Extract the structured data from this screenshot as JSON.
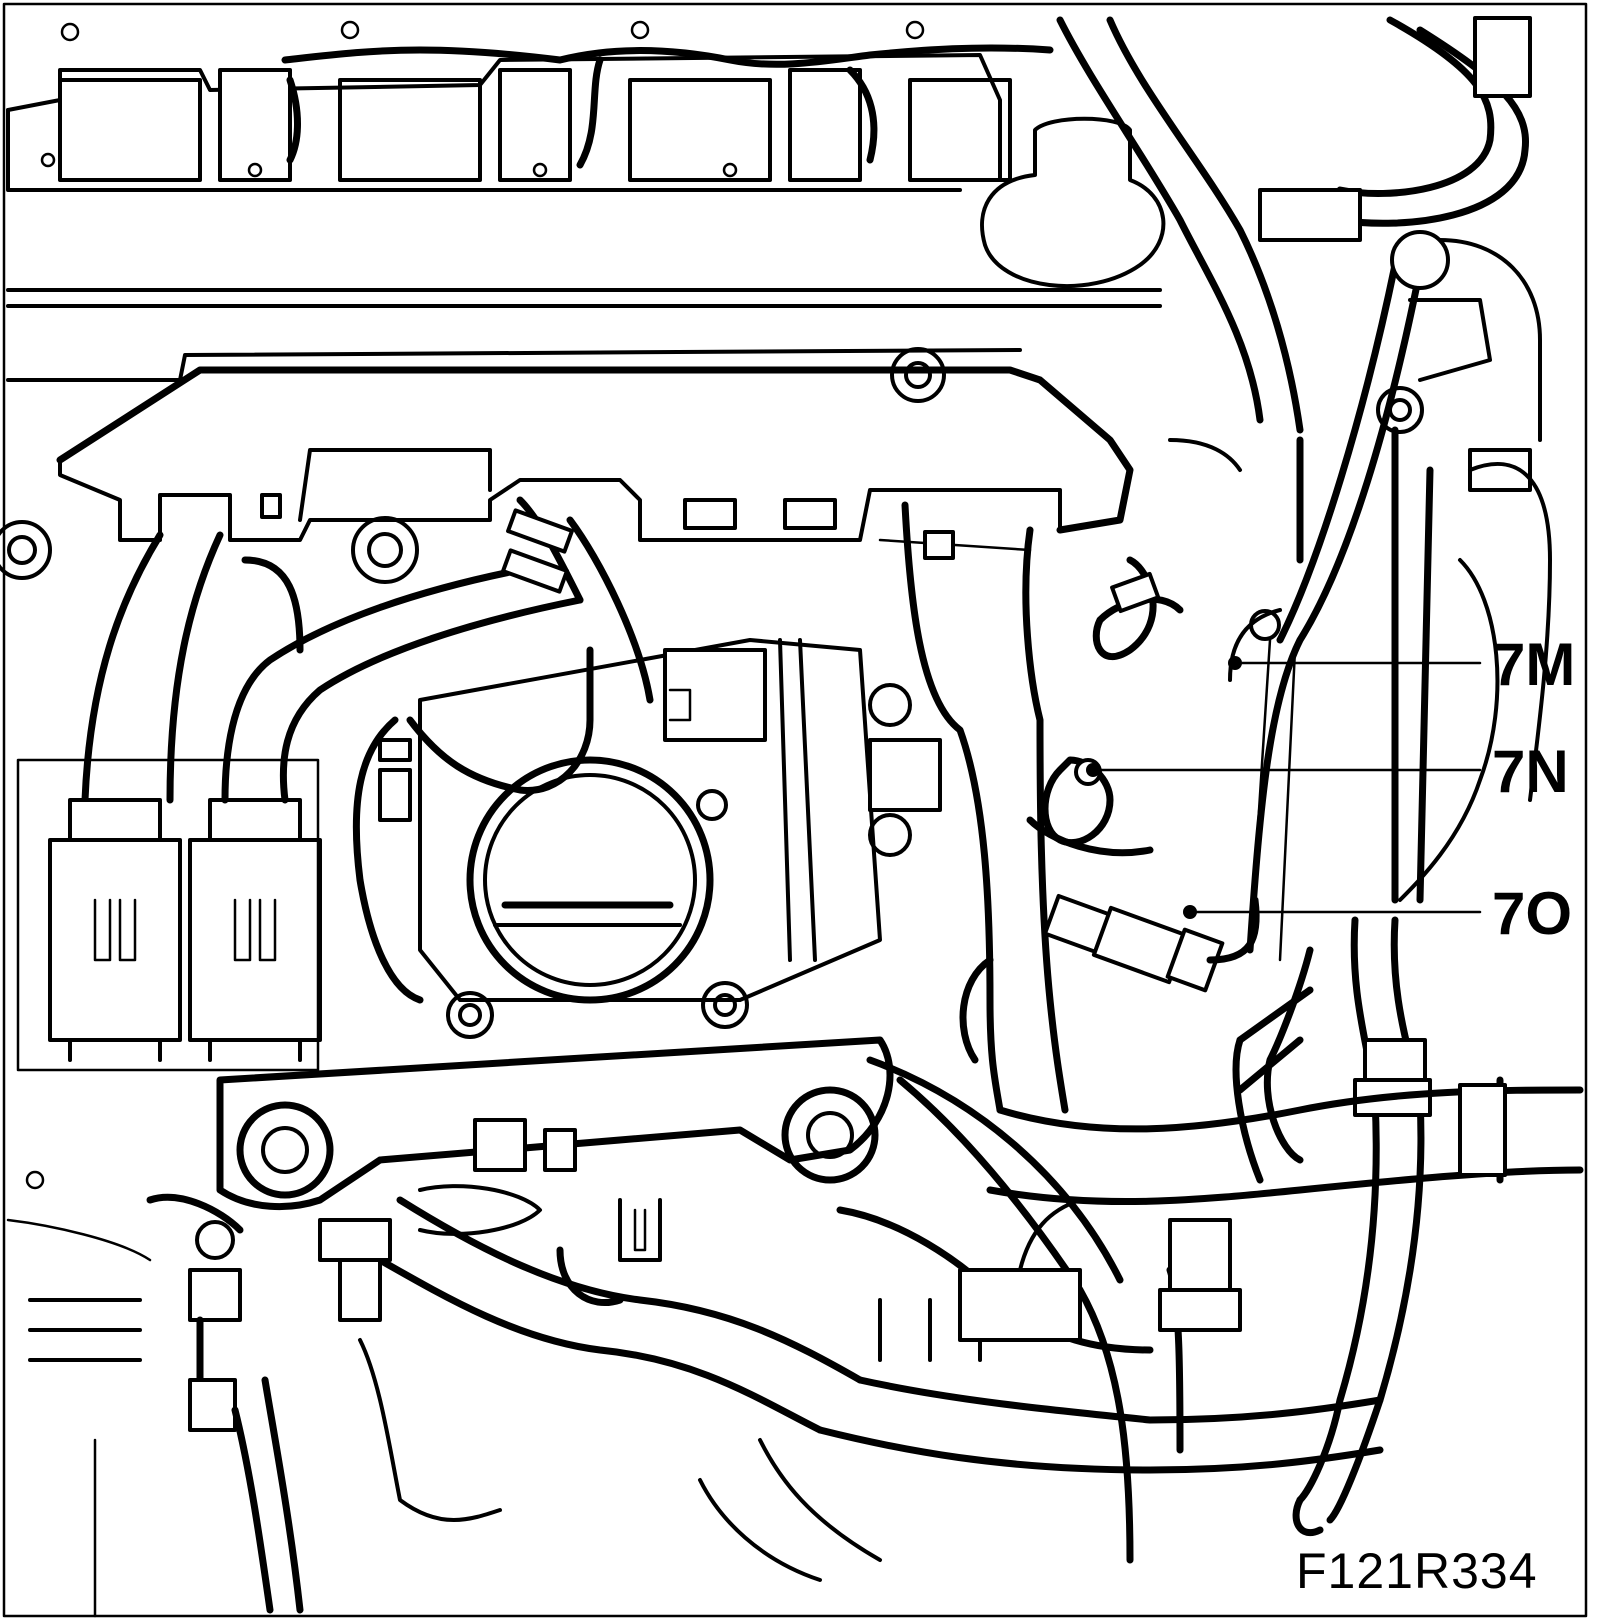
{
  "figure_id": "F121R334",
  "callouts": [
    {
      "id": "7M",
      "label": "7M"
    },
    {
      "id": "7N",
      "label": "7N"
    },
    {
      "id": "7O",
      "label": "7O"
    }
  ],
  "colors": {
    "line": "#000000",
    "background": "#ffffff"
  }
}
